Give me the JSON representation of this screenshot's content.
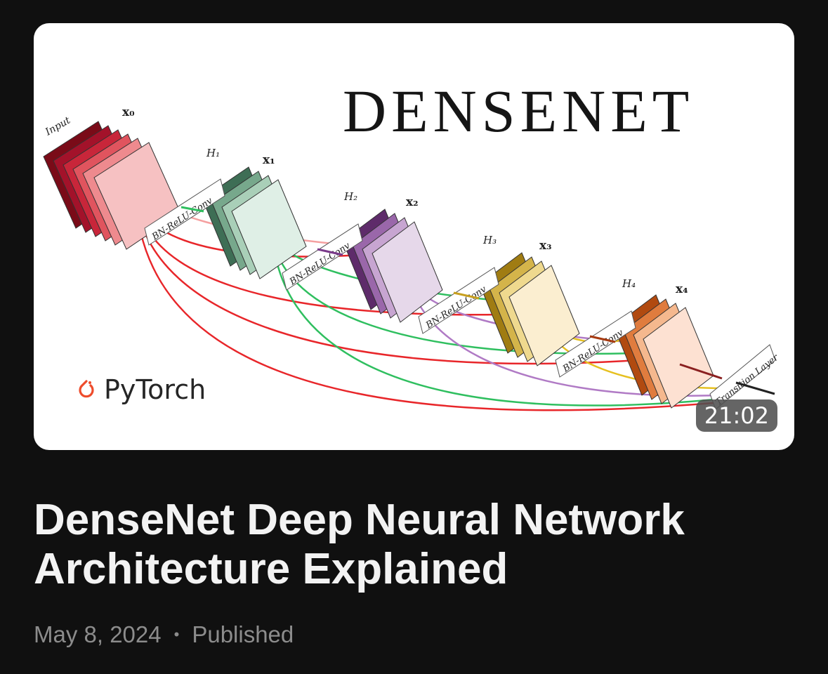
{
  "video": {
    "thumbnail": {
      "brand_title": "DENSENET",
      "framework_label": "PyTorch",
      "diagram": {
        "input_label": "Input",
        "feature_labels": [
          "x₀",
          "x₁",
          "x₂",
          "x₃",
          "x₄"
        ],
        "layer_labels": [
          "H₁",
          "H₂",
          "H₃",
          "H₄"
        ],
        "block_label": "BN-ReLU-Conv",
        "transition_label": "Transition Layer",
        "colors": {
          "x0": "#f6c1c2",
          "x1": "#dfefe6",
          "x2": "#e6d8ea",
          "x3": "#fbeed0",
          "x4": "#fde1d2",
          "input_dark": "#a3122a",
          "red_arrows": "#e8262a",
          "green_arrows": "#2fbf5f",
          "purple_arrows": "#b07ac5",
          "yellow_arrows": "#e6c020"
        }
      }
    },
    "duration": "21:02",
    "title": "DenseNet Deep Neural Network Architecture Explained",
    "date": "May 8, 2024",
    "separator": "•",
    "status": "Published"
  }
}
